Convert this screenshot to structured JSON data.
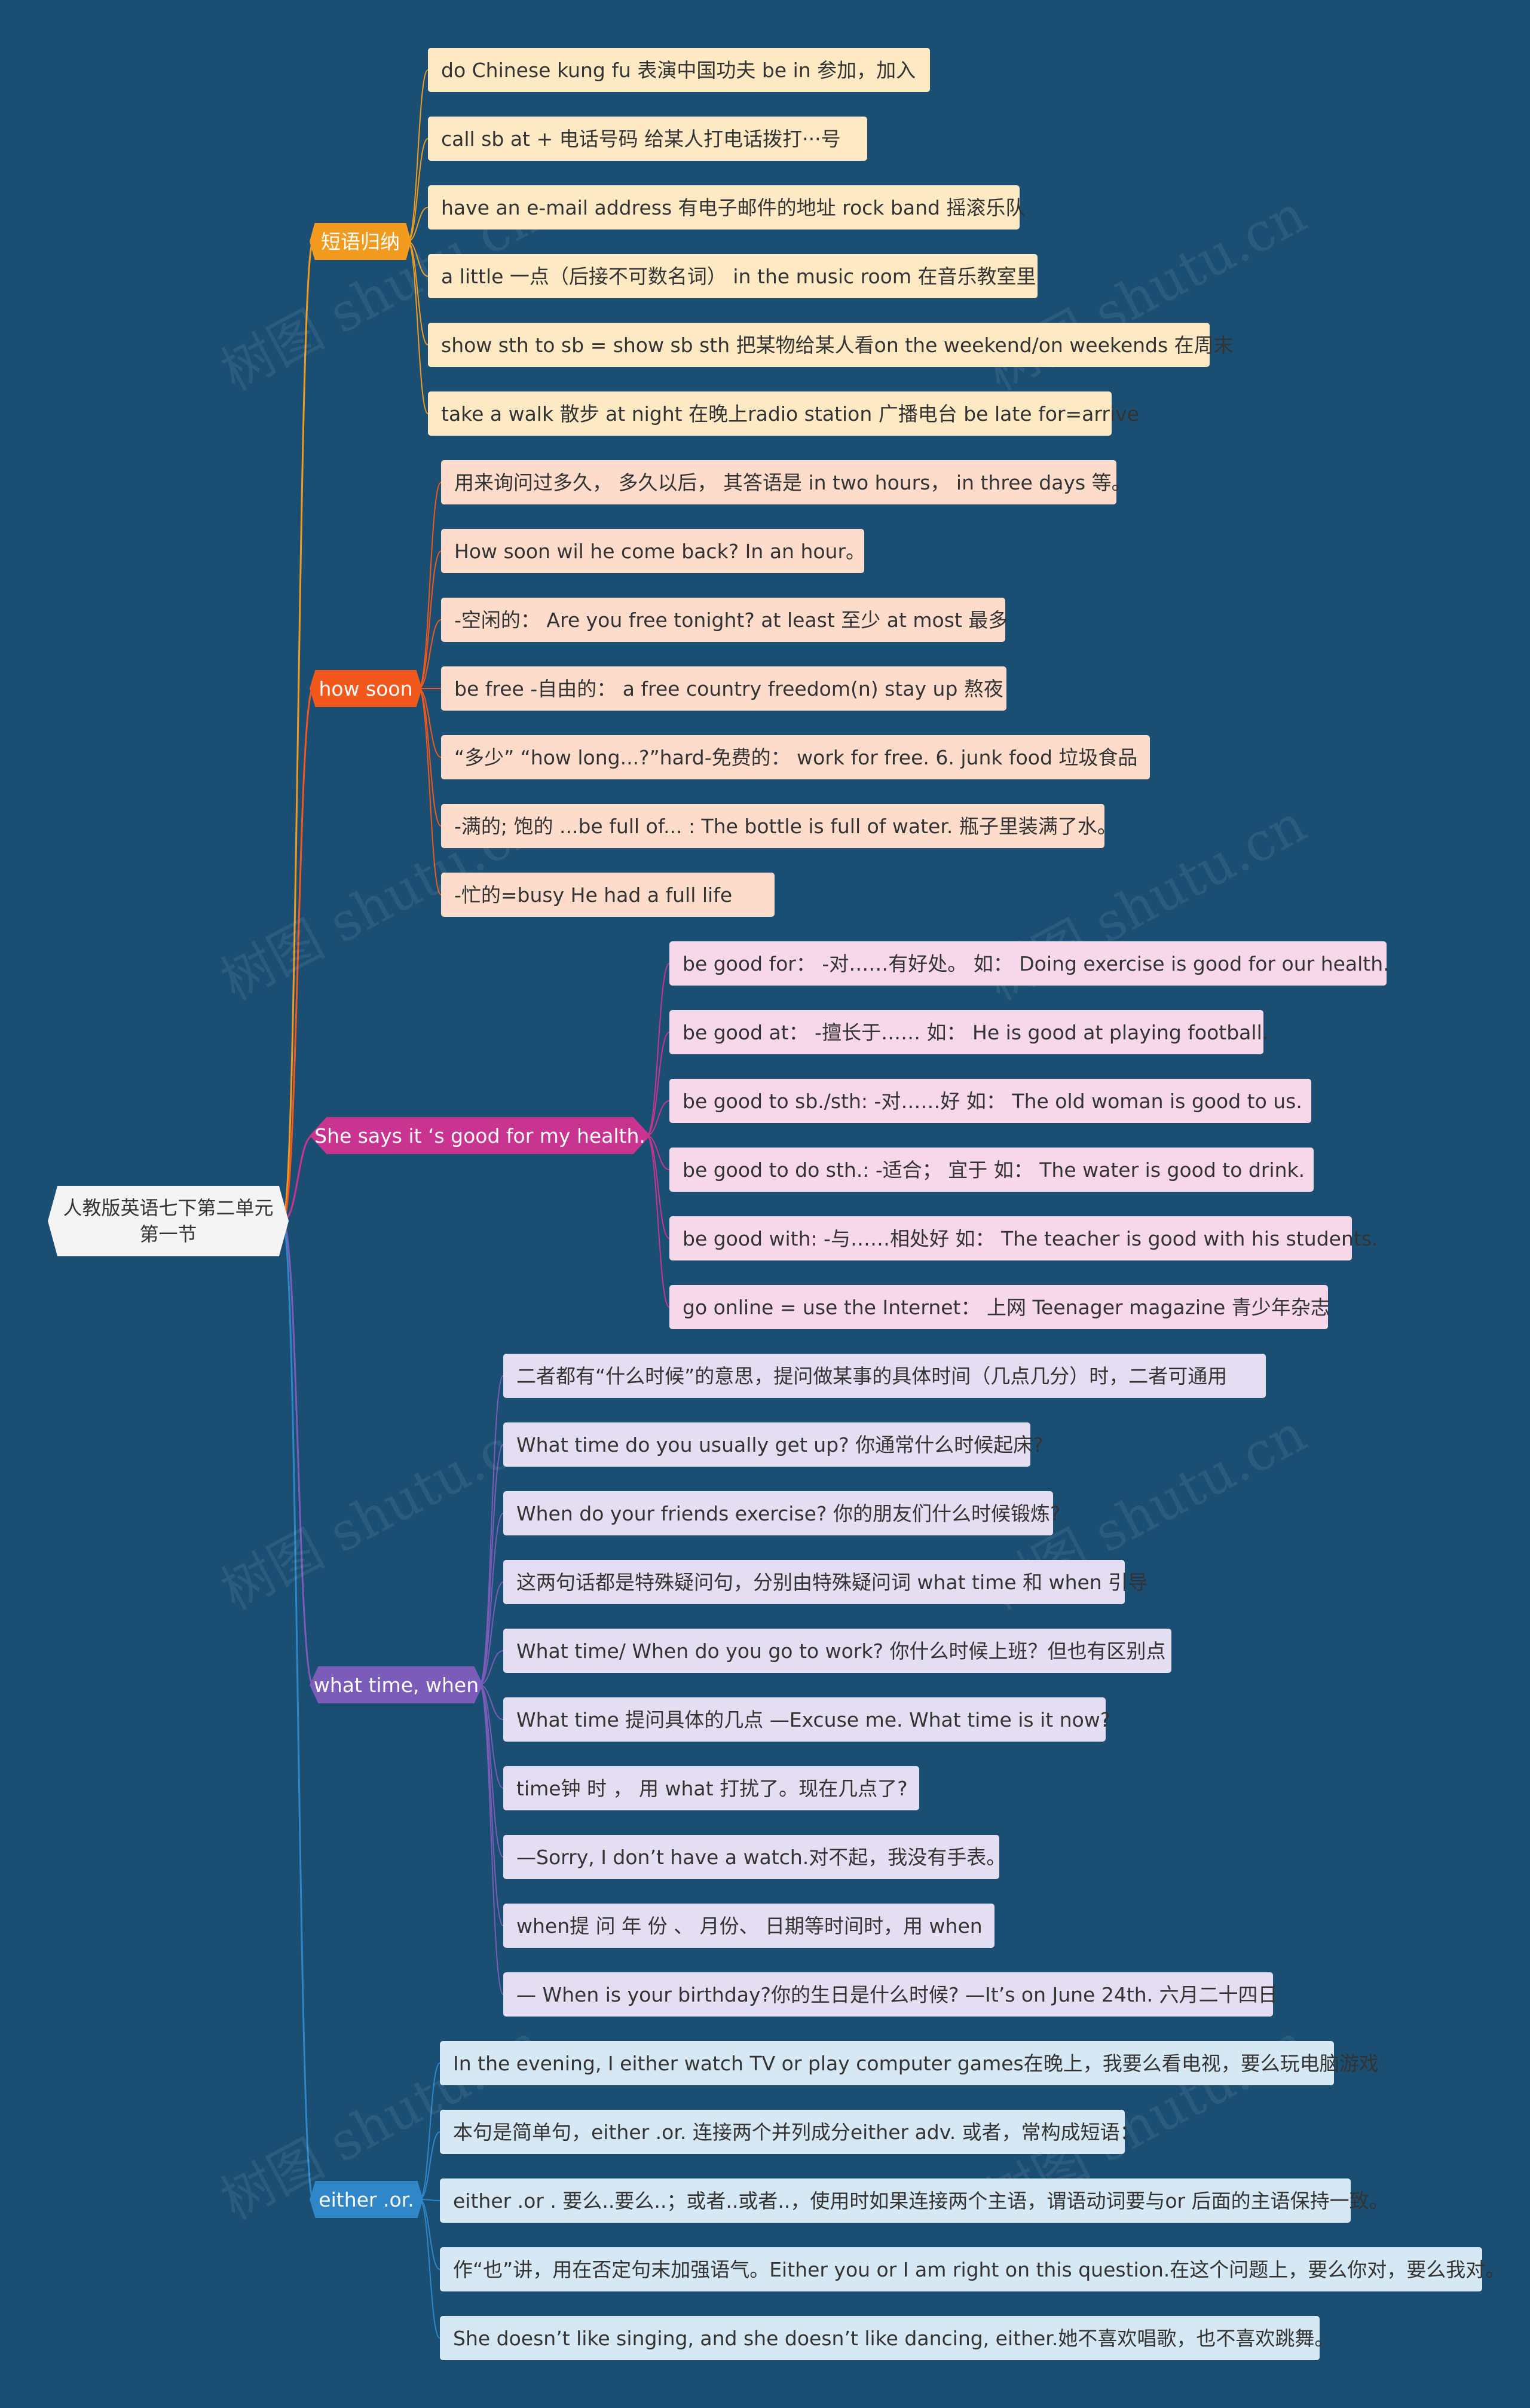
{
  "root": {
    "label": "人教版英语七下第二单元第一节"
  },
  "watermark": "树图 shutu.cn",
  "branches": [
    {
      "label": "短语归纳",
      "color": "#f29a1e",
      "items": [
        "do Chinese kung fu 表演中国功夫 be in 参加，加入",
        "call sb at + 电话号码 给某人打电话拨打···号",
        "have an e-mail address   有电子邮件的地址   rock band 摇滚乐队",
        "a little 一点（后接不可数名词）   in the music room 在音乐教室里",
        "show sth to sb = show sb sth 把某物给某人看on the weekend/on weekends 在周末",
        "take a walk 散步   at night 在晚上radio station 广播电台   be late for=arrive"
      ]
    },
    {
      "label": "how soon",
      "color": "#f2581c",
      "items": [
        "用来询问过多久， 多久以后， 其答语是 in two hours， in three days 等。",
        "How soon wil he come back?   In an hour。",
        "-空闲的：  Are you free tonight?    at least 至少 at most 最多",
        " be free -自由的：  a free country freedom(n)    stay up 熬夜",
        "“多少”  “how long...?”hard-免费的：  work for free. 6. junk food 垃圾食品",
        "-满的;   饱的 ...be full of... : The bottle is full of water. 瓶子里装满了水。",
        "  -忙的=busy He had a full life"
      ]
    },
    {
      "label": "She says it ‘s good for my health.",
      "color": "#c8348f",
      "items": [
        " be good for：  -对……有好处。 如：  Doing exercise is good for our health.",
        "be good at：  -擅长于……    如：  He is good at playing football.",
        " be good to sb./sth: -对……好    如：  The old woman is good to us.",
        " be good to do sth.: -适合；  宜于   如：  The water is good to drink.",
        "be good with: -与……相处好   如：  The teacher is good with his students.",
        "go online = use the Internet：   上网     Teenager magazine 青少年杂志"
      ]
    },
    {
      "label": "what time, when",
      "color": "#7b5cb8",
      "items": [
        "  二者都有“什么时候”的意思，提问做某事的具体时间（几点几分）时，二者可通用",
        "What time do you usually get up? 你通常什么时候起床?",
        "When do your friends exercise? 你的朋友们什么时候锻炼?",
        "这两句话都是特殊疑问句，分别由特殊疑问词 what time 和 when 引导",
        "  What time/ When do you go to work? 你什么时候上班？但也有区别点",
        " What time 提问具体的几点    —Excuse me. What time is it now?",
        " time钟 时 ，  用 what 打扰了。现在几点了?",
        "—Sorry, I don’t have a watch.对不起，我没有手表。",
        "  when提 问 年 份 、 月份、 日期等时间时，用 when",
        "— When is your birthday?你的生日是什么时候? —It’s on June 24th.  六月二十四日"
      ]
    },
    {
      "label": "either .or.",
      "color": "#2f86c8",
      "items": [
        "In the evening, I either watch TV or play computer games在晚上，我要么看电视，要么玩电脑游戏",
        "本句是简单句，either .or. 连接两个并列成分either adv. 或者，常构成短语：",
        "either .or . 要么..要么..；或者..或者..，使用时如果连接两个主语，谓语动词要与or 后面的主语保持一致。",
        "作“也”讲，用在否定句末加强语气。Either you or I am right on this question.在这个问题上，要么你对，要么我对。",
        "She doesn’t like singing, and she doesn’t like dancing, either.她不喜欢唱歌，也不喜欢跳舞。"
      ]
    }
  ]
}
